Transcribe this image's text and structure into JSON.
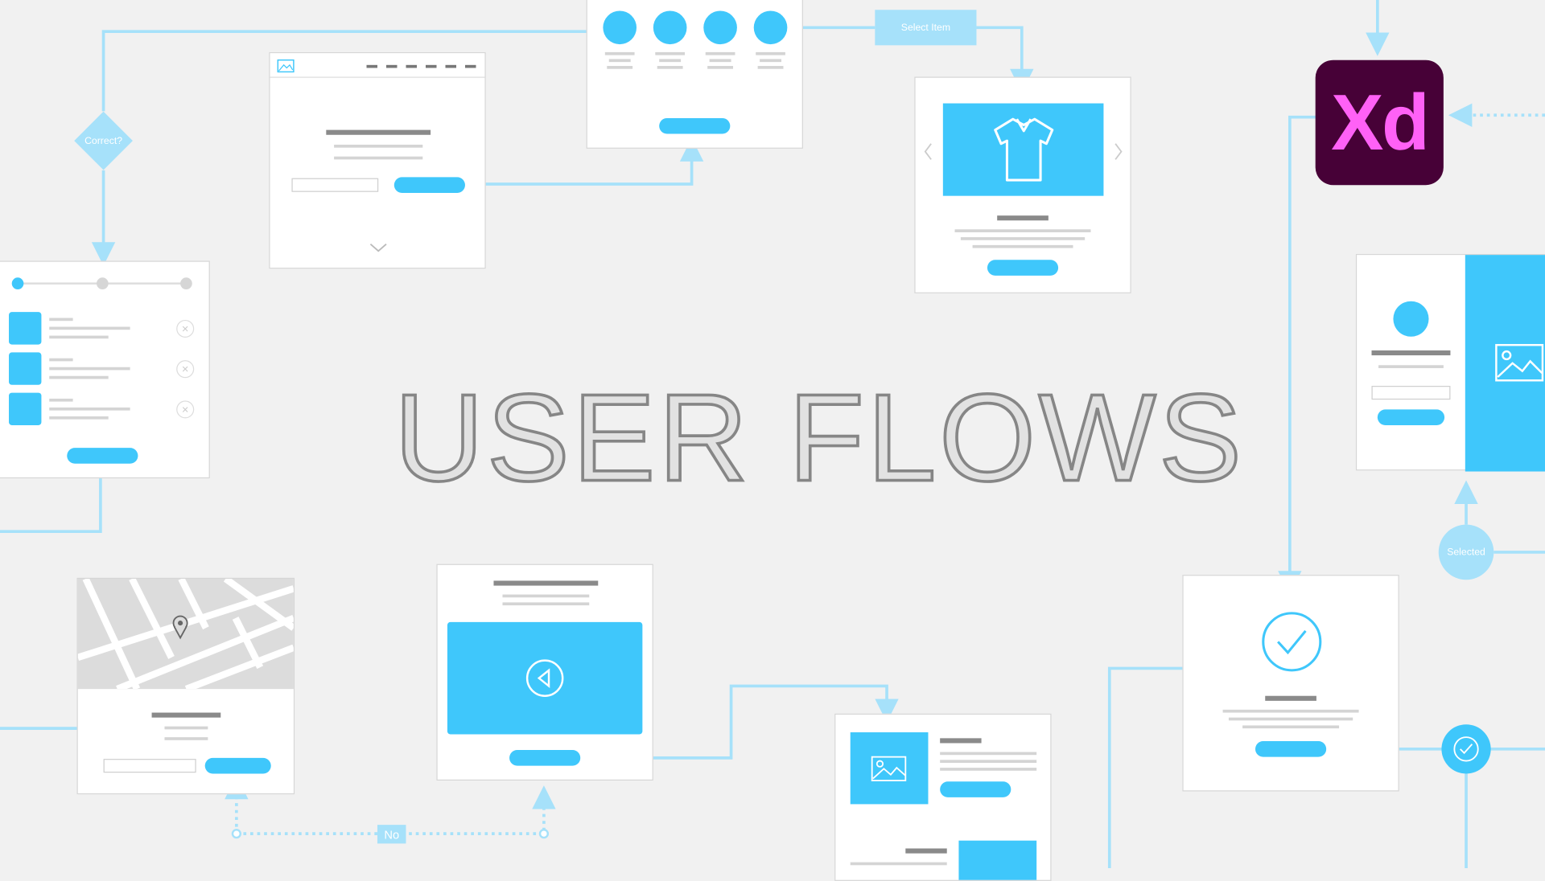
{
  "title": "USER FLOWS",
  "logo": {
    "text": "Xd",
    "bg": "#470137",
    "fg": "#ff61f6"
  },
  "labels": {
    "select_item": "Select Item",
    "correct": "Correct?",
    "selected": "Selected",
    "no": "No"
  },
  "colors": {
    "accent": "#3fc7fb",
    "connector": "#a6e1fa",
    "background": "#f1f1f1"
  }
}
